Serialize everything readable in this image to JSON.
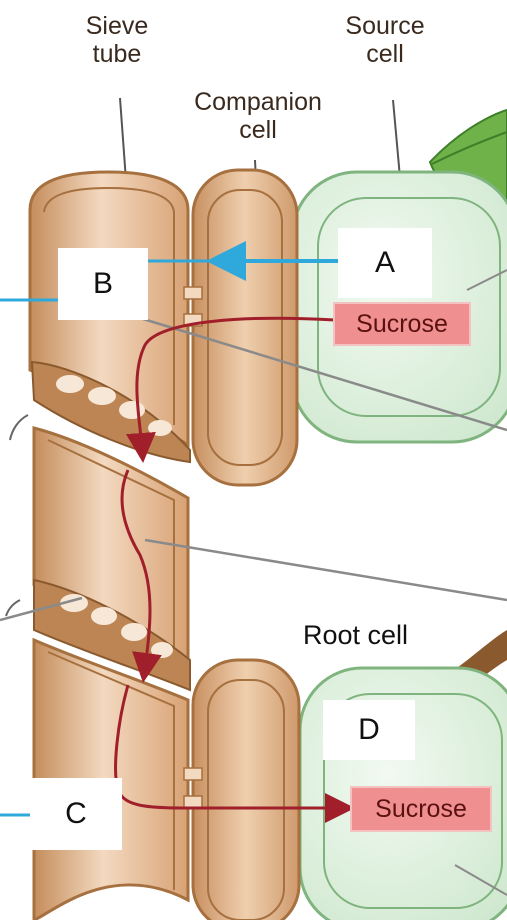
{
  "labels": {
    "sieve_tube": "Sieve\ntube",
    "companion_cell": "Companion\ncell",
    "source_cell": "Source\ncell",
    "root_cell": "Root cell"
  },
  "answer_boxes": {
    "a": "A",
    "b": "B",
    "c": "C",
    "d": "D"
  },
  "sucrose": {
    "source": "Sucrose",
    "root": "Sucrose"
  },
  "colors": {
    "tube_fill": "#e9c3a1",
    "tube_stroke": "#a6703f",
    "sieve_plate": "#bd8553",
    "source_cell": "#d2ebd2",
    "cell_stroke": "#7fb47f",
    "leaf": "#6fb24a",
    "stem": "#8a5a2e",
    "flow_arrow": "#a01f2a",
    "water_arrow": "#2fa8dc",
    "sucrose_box": "#ef8f8f"
  }
}
